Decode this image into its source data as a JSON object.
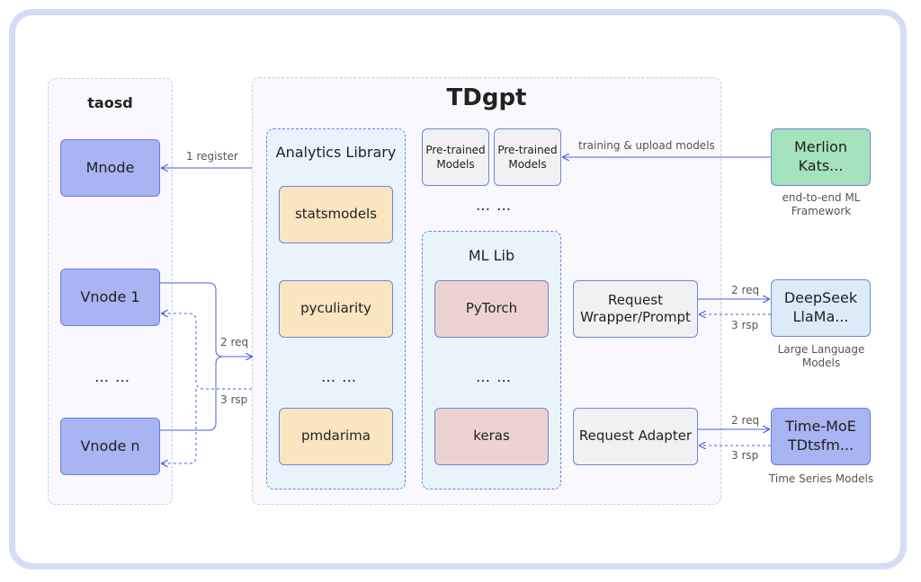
{
  "taosd": {
    "title": "taosd",
    "mnode": "Mnode",
    "vnode1": "Vnode 1",
    "ellipsis": "… …",
    "vnoden": "Vnode n"
  },
  "tdgpt": {
    "title": "TDgpt",
    "analytics": {
      "title": "Analytics Library",
      "items": [
        "statsmodels",
        "pyculiarity",
        "… …",
        "pmdarima"
      ]
    },
    "pretrained": [
      "Pre-trained Models",
      "Pre-trained Models"
    ],
    "models_ellipsis": "… …",
    "mllib": {
      "title": "ML Lib",
      "items": [
        "PyTorch",
        "… …",
        "keras"
      ]
    },
    "request_wrapper": "Request Wrapper/Prompt",
    "request_adapter": "Request Adapter"
  },
  "external": {
    "framework": {
      "box": "Merlion Kats...",
      "caption": "end-to-end ML Framework"
    },
    "llm": {
      "box": "DeepSeek LlaMa...",
      "caption": "Large Language Models"
    },
    "tsm": {
      "box": "Time-MoE TDtsfm...",
      "caption": "Time Series Models"
    }
  },
  "edges": {
    "register": "1 register",
    "req_left": "2 req",
    "rsp_left": "3 rsp",
    "training": "training & upload models",
    "req_llm": "2 req",
    "rsp_llm": "3 rsp",
    "req_tsm": "2 req",
    "rsp_tsm": "3 rsp"
  },
  "colors": {
    "frame": "#d4dcf7",
    "node": "#a9b4f3",
    "lib": "#fbe5c1",
    "ml": "#eed2d2",
    "green": "#a3e2bc",
    "llm": "#dbecf8",
    "arrow": "#4d5fe0"
  }
}
